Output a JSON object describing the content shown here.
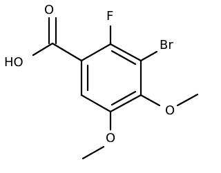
{
  "molecule": {
    "atoms": {
      "hydroxyl": "HO",
      "carbonyl_oxygen": "O",
      "fluorine": "F",
      "bromine": "Br",
      "methoxy_oxygen_4": "O",
      "methoxy_oxygen_5": "O"
    }
  }
}
